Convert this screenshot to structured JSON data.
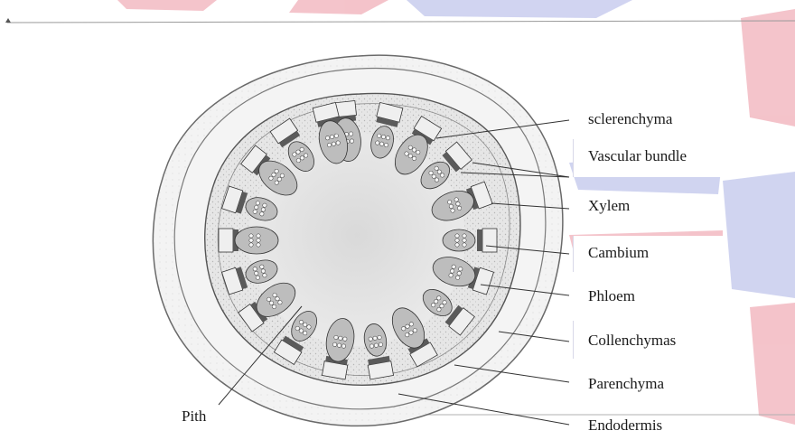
{
  "diagram": {
    "labels": {
      "sclerenchyma": "sclerenchyma",
      "vascular_bundle": "Vascular bundle",
      "xylem": "Xylem",
      "cambium": "Cambium",
      "phloem": "Phloem",
      "collenchymas": "Collenchymas",
      "parenchyma": "Parenchyma",
      "endodermis": "Endodermis",
      "pith": "Pith"
    },
    "colors": {
      "background": "#ffffff",
      "tissue_fill": "#e4e4e4",
      "ring_fill": "#f2f2f2",
      "bundle_fill": "#bdbdbd",
      "phloem_fill": "#efefef",
      "cambium_band": "#5a5a5a",
      "line": "#333333",
      "watermark_red": "#e0576a",
      "watermark_blue": "#7b85d6"
    }
  }
}
